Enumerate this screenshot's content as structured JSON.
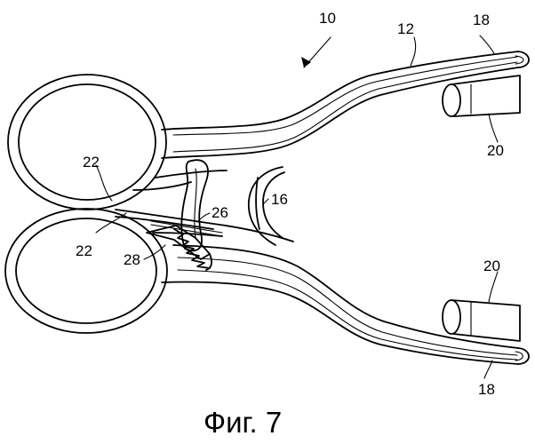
{
  "figure": {
    "caption": "Фиг. 7",
    "labels": {
      "ref_10": "10",
      "ref_12": "12",
      "ref_18_top": "18",
      "ref_18_bottom": "18",
      "ref_20_top": "20",
      "ref_20_bottom": "20",
      "ref_16": "16",
      "ref_22_upper": "22",
      "ref_22_lower": "22",
      "ref_26": "26",
      "ref_28": "28"
    }
  }
}
